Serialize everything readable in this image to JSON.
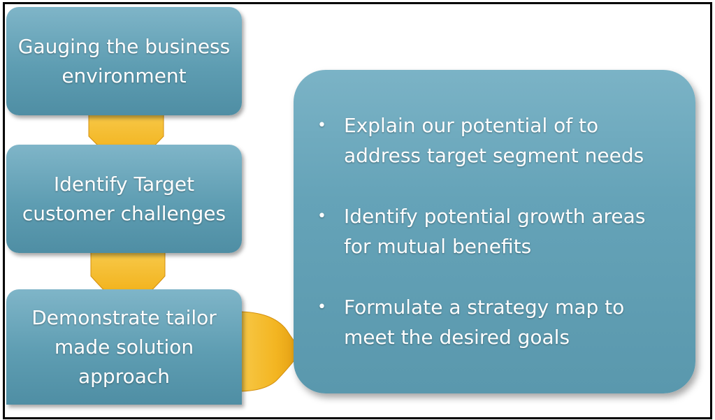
{
  "steps": [
    {
      "label": "Gauging the business environment"
    },
    {
      "label": "Identify Target customer challenges"
    },
    {
      "label": "Demonstrate tailor made solution approach"
    }
  ],
  "details": [
    {
      "bullet": "•",
      "text": "Explain our potential of to address target segment needs"
    },
    {
      "bullet": "•",
      "text": "Identify potential growth areas for mutual benefits"
    },
    {
      "bullet": "•",
      "text": "Formulate a strategy map to meet the desired goals"
    }
  ],
  "colors": {
    "box": "#5e9db2",
    "connector": "#f3b521",
    "frame": "#000000"
  }
}
